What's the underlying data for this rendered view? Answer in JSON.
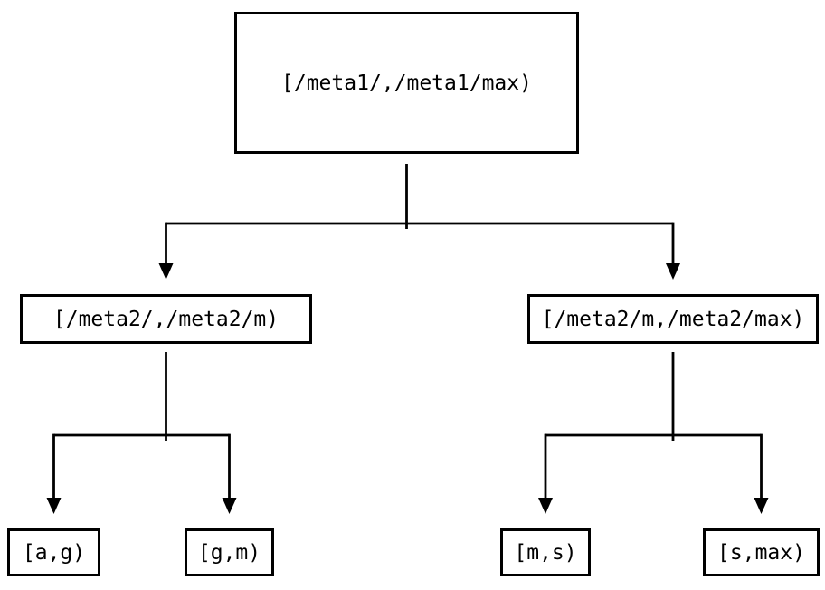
{
  "diagram": {
    "type": "tree",
    "tree": {
      "label": "[/meta1/,/meta1/max)",
      "children": [
        {
          "label": "[/meta2/,/meta2/m)",
          "children": [
            {
              "label": "[a,g)"
            },
            {
              "label": "[g,m)"
            }
          ]
        },
        {
          "label": "[/meta2/m,/meta2/max)",
          "children": [
            {
              "label": "[m,s)"
            },
            {
              "label": "[s,max)"
            }
          ]
        }
      ]
    },
    "colors": {
      "background": "#ffffff",
      "line": "#000000",
      "box_border": "#000000",
      "text": "#000000"
    }
  }
}
